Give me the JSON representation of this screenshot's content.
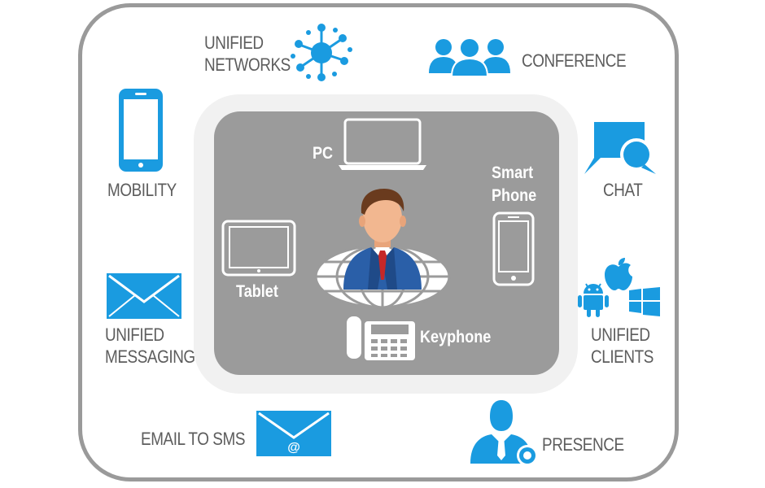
{
  "features": {
    "unified_networks": "UNIFIED\nNETWORKS",
    "conference": "CONFERENCE",
    "mobility": "MOBILITY",
    "chat": "CHAT",
    "unified_messaging": "UNIFIED\nMESSAGING",
    "unified_clients": "UNIFIED\nCLIENTS",
    "email_to_sms": "EMAIL TO SMS",
    "presence": "PRESENCE"
  },
  "devices": {
    "pc": "PC",
    "smart_phone": "Smart\nPhone",
    "tablet": "Tablet",
    "keyphone": "Keyphone"
  },
  "colors": {
    "accent": "#1a9be0",
    "frame": "#9a9a9a",
    "inner_panel": "#9b9b9b",
    "label_text": "#5d5d5d"
  },
  "icons": [
    "network-hub-icon",
    "conference-people-icon",
    "mobile-phone-icon",
    "chat-bubbles-icon",
    "envelope-icon",
    "android-icon",
    "apple-icon",
    "windows-icon",
    "email-envelope-at-icon",
    "presence-person-icon",
    "laptop-icon",
    "smartphone-outline-icon",
    "tablet-outline-icon",
    "desk-phone-icon",
    "globe-icon",
    "businessman-icon"
  ]
}
